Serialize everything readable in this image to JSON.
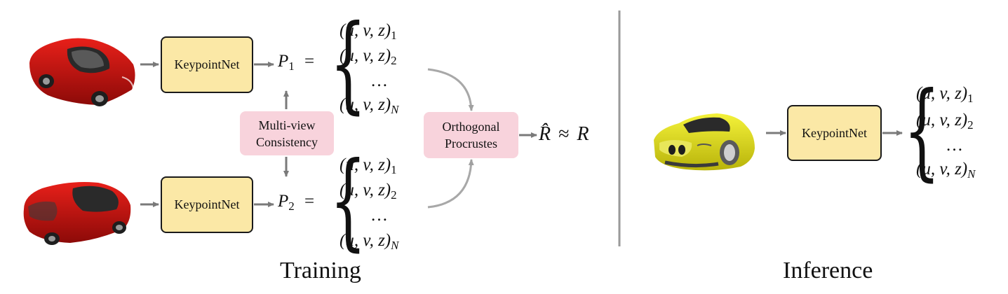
{
  "training": {
    "title": "Training",
    "network_label": "KeypointNet",
    "consistency_line1": "Multi-view",
    "consistency_line2": "Consistency",
    "procrustes_line1": "Orthogonal",
    "procrustes_line2": "Procrustes",
    "view1": {
      "set_symbol": "P",
      "set_index": "1",
      "equals": "="
    },
    "view2": {
      "set_symbol": "P",
      "set_index": "2",
      "equals": "="
    },
    "result": {
      "lhs": "R̂",
      "approx": "≈",
      "rhs": "R"
    }
  },
  "inference": {
    "title": "Inference",
    "network_label": "KeypointNet"
  },
  "keypoint_tuple": "(u, v, z)",
  "tuple_indices": [
    "1",
    "2",
    "N"
  ],
  "ellipsis": "…",
  "colors": {
    "network_fill": "#fbe8a6",
    "loss_fill": "#f8d3dc",
    "arrow": "#7a7a7a",
    "flow_curve": "#a8a8a8",
    "divider": "#9a9a9a",
    "training_car": "#c8120f",
    "inference_car": "#e4e11a"
  },
  "icons": {
    "training_car_view1": "red-hatchback-car-icon",
    "training_car_view2": "red-hatchback-car-icon",
    "inference_car": "yellow-sports-car-icon"
  }
}
